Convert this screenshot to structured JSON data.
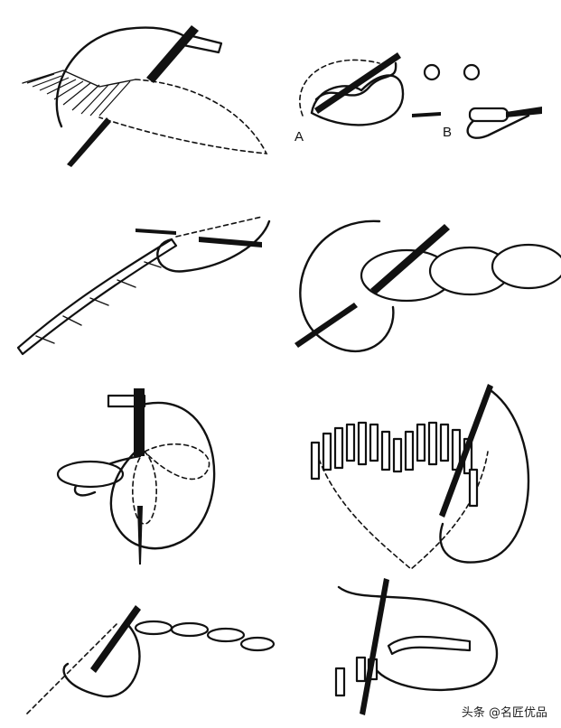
{
  "labels": {
    "a": "A",
    "b": "B"
  },
  "watermark": "头条 @名匠优品",
  "colors": {
    "ink": "#111111",
    "paper": "#ffffff"
  },
  "panels": [
    {
      "id": "satin-stitch"
    },
    {
      "id": "french-knot"
    },
    {
      "id": "stem-stitch"
    },
    {
      "id": "chain-stitch"
    },
    {
      "id": "lazy-daisy-stitch"
    },
    {
      "id": "long-short-stitch"
    },
    {
      "id": "running-chain-stitch"
    },
    {
      "id": "couching-stitch"
    }
  ]
}
